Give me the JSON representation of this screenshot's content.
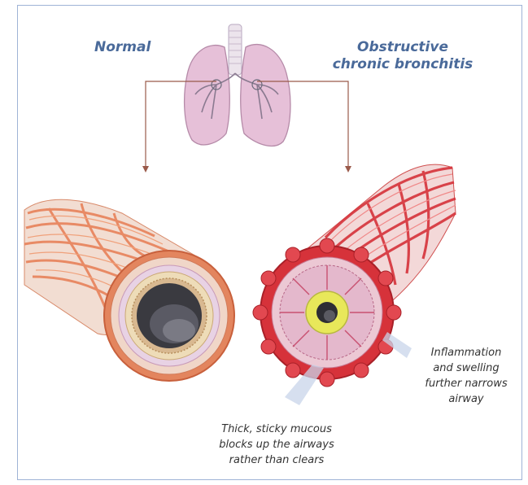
{
  "labels": {
    "normal": "Normal",
    "obstructive_line1": "Obstructive",
    "obstructive_line2": "chronic bronchitis"
  },
  "annotations": {
    "inflammation": [
      "Inflammation",
      "and swelling",
      "further narrows",
      "airway"
    ],
    "mucous": [
      "Thick, sticky mucous",
      "blocks up the airways",
      "rather than clears"
    ]
  },
  "colors": {
    "label_blue": "#4a6a9a",
    "arrow_brown": "#9a5a4a",
    "lung_pink": "#e6c0d8",
    "muscle_orange": "#e8825a",
    "muscle_red": "#d6323a",
    "mucous_yellow": "#e8e85a",
    "frame_blue": "#9fb3d6"
  }
}
